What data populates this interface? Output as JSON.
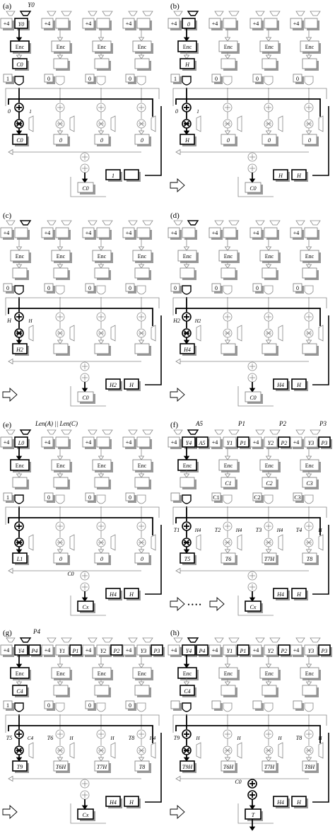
{
  "panels": [
    {
      "letter": "(a)",
      "top_label": "Y0",
      "reg_in": [
        "Y0",
        "",
        "",
        ""
      ],
      "enc": [
        true,
        true,
        true,
        true
      ],
      "enc_out": [
        "C0",
        "",
        "",
        ""
      ],
      "sel": [
        "1",
        "0",
        "0",
        "0"
      ],
      "mul_in": [
        "0",
        "",
        "",
        ""
      ],
      "mul_out": [
        "C0",
        "0",
        "0",
        "0"
      ],
      "side": [
        "1"
      ],
      "sum": "C0",
      "h1": "1",
      "h2": "",
      "arrow": ""
    },
    {
      "letter": "(b)",
      "top_label": "",
      "reg_in": [
        "0",
        "",
        "",
        ""
      ],
      "enc": [
        true,
        true,
        true,
        true
      ],
      "enc_out": [
        "H",
        "",
        "",
        ""
      ],
      "sel": [
        "1",
        "0",
        "0",
        "0"
      ],
      "mul_in": [
        "0",
        "",
        "",
        ""
      ],
      "mul_out": [
        "H",
        "0",
        "0",
        "0"
      ],
      "side": [
        "1"
      ],
      "sum": "C0",
      "h1": "H",
      "h2": "H",
      "arrow": "right"
    },
    {
      "letter": "(c)",
      "top_label": "",
      "reg_in": [
        "",
        "",
        "",
        ""
      ],
      "enc": [
        true,
        true,
        true,
        true
      ],
      "enc_out": [
        "",
        "",
        "",
        ""
      ],
      "sel": [
        "0",
        "0",
        "0",
        "0"
      ],
      "mul_in": [
        "H",
        "",
        "",
        ""
      ],
      "mul_out": [
        "H2",
        "",
        "",
        ""
      ],
      "side": [
        "H"
      ],
      "sum": "C0",
      "h1": "H2",
      "h2": "H",
      "arrow": "right"
    },
    {
      "letter": "(d)",
      "top_label": "",
      "reg_in": [
        "",
        "",
        "",
        ""
      ],
      "enc": [
        true,
        true,
        true,
        true
      ],
      "enc_out": [
        "",
        "",
        "",
        ""
      ],
      "sel": [
        "0",
        "0",
        "0",
        "0"
      ],
      "mul_in": [
        "H2",
        "",
        "",
        ""
      ],
      "mul_out": [
        "H4",
        "",
        "",
        ""
      ],
      "side": [
        "H2"
      ],
      "sum": "C0",
      "h1": "H4",
      "h2": "H",
      "arrow": "right"
    },
    {
      "letter": "(e)",
      "top_label": "Len(A) || Len(C)",
      "reg_in": [
        "L0",
        "",
        "",
        ""
      ],
      "enc": [
        true,
        true,
        true,
        true
      ],
      "enc_out": [
        "",
        "",
        "",
        ""
      ],
      "sel": [
        "1",
        "0",
        "0",
        "0"
      ],
      "mul_in": [
        "",
        "",
        "",
        ""
      ],
      "mul_out": [
        "L1",
        "0",
        "0",
        "0"
      ],
      "side": [
        ""
      ],
      "sum": "Cx",
      "h1": "H4",
      "h2": "H",
      "c_label": "C0",
      "arrow": ""
    },
    {
      "letter": "(f)",
      "top_label": "A5",
      "tops": [
        "P1",
        "P2",
        "P3"
      ],
      "reg_in": [
        "Y4",
        "Y1",
        "Y2",
        "Y3"
      ],
      "reg_in2": [
        "A5",
        "P1",
        "P2",
        "P3"
      ],
      "enc": [
        true,
        true,
        true,
        true
      ],
      "enc_out": [
        "",
        "C1",
        "C2",
        "C3"
      ],
      "sel": [
        "",
        "C1",
        "C2",
        "C3"
      ],
      "mul_in": [
        "T1",
        "T2",
        "T3",
        "T4"
      ],
      "mul_out": [
        "T5",
        "T6",
        "T7H",
        "T8"
      ],
      "side": [
        "H4",
        "H4",
        "H4",
        "H"
      ],
      "sum": "Cx",
      "h1": "H4",
      "h2": "H",
      "arrow": "dots"
    },
    {
      "letter": "(g)",
      "top_label": "P4",
      "reg_in": [
        "Y4",
        "Y1",
        "Y2",
        "Y3"
      ],
      "reg_in2": [
        "P4",
        "P1",
        "P2",
        "P3"
      ],
      "enc": [
        true,
        true,
        true,
        true
      ],
      "enc_out": [
        "C4",
        "",
        "",
        ""
      ],
      "sel": [
        "1",
        "0",
        "0",
        "0"
      ],
      "mul_in": [
        "T5",
        "T6",
        "",
        "T8"
      ],
      "mul_out": [
        "T9",
        "T6H",
        "T7H",
        "T8"
      ],
      "side": [
        "C4",
        "H",
        "H",
        "H4"
      ],
      "sum": "Cx",
      "h1": "H4",
      "h2": "H",
      "arrow": "right"
    },
    {
      "letter": "(h)",
      "top_label": "",
      "reg_in": [
        "Y4",
        "Y1",
        "Y2",
        "Y3"
      ],
      "reg_in2": [
        "P4",
        "P1",
        "P2",
        "P3"
      ],
      "enc": [
        true,
        true,
        true,
        true
      ],
      "enc_out": [
        "C4",
        "",
        "",
        ""
      ],
      "sel": [
        "",
        "",
        "",
        ""
      ],
      "mul_in": [
        "T9",
        "",
        "",
        "T8"
      ],
      "mul_out": [
        "T9H",
        "T6H",
        "T7H",
        "T8H"
      ],
      "side": [
        "H",
        "H",
        "H",
        "H"
      ],
      "sum": "T",
      "h1": "H4",
      "h2": "H",
      "c_label": "C0",
      "arrow": "right"
    }
  ],
  "common": {
    "plus4": "+4",
    "enc": "Enc",
    "zero": "0",
    "one": "1",
    "times": "×",
    "plus": "+"
  }
}
